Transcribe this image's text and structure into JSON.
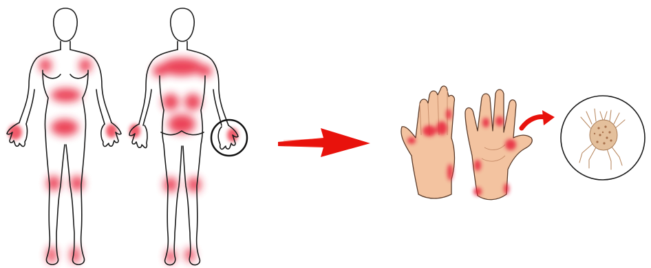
{
  "colors": {
    "background": "#ffffff",
    "outline": "#1a1a1a",
    "rash": "#e8213a",
    "arrow": "#e8120c",
    "skin": "#f3c3a0",
    "skin_shadow": "#d99a78",
    "mite": "#d9b48f",
    "mite_dots": "#b07a55"
  },
  "figures": [
    {
      "name": "body-front",
      "view": "front"
    },
    {
      "name": "body-back",
      "view": "back"
    }
  ],
  "rash_areas": {
    "front": [
      "shoulders",
      "waist",
      "groin",
      "hands",
      "knees",
      "feet"
    ],
    "back": [
      "upper-back",
      "lower-back",
      "buttocks",
      "hands",
      "knees",
      "feet"
    ]
  },
  "icons": {
    "magnify_circle": "hand-highlight-circle-icon",
    "main_arrow": "red-arrow-icon",
    "small_arrow": "curved-red-arrow-icon",
    "hands": "hands-with-rash-icon",
    "mite": "scabies-mite-icon"
  }
}
